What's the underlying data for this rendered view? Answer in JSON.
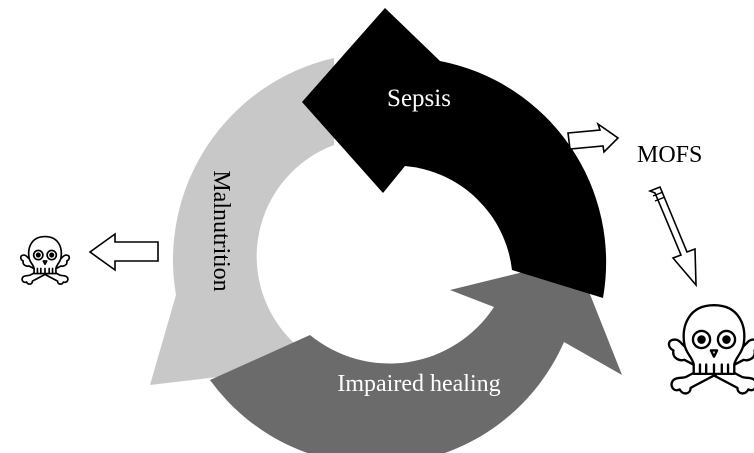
{
  "cycle": {
    "sepsis": {
      "label": "Sepsis",
      "fill": "#000000",
      "text_color": "#ffffff"
    },
    "malnutrition": {
      "label": "Malnutrition",
      "fill": "#c8c8c8",
      "text_color": "#000000"
    },
    "impaired_healing": {
      "label": "Impaired healing",
      "fill": "#6b6b6b",
      "text_color": "#ffffff"
    }
  },
  "outcome": {
    "label": "MOFS",
    "text_color": "#000000"
  },
  "icons": {
    "small_skull": "skull-and-crossbones-icon",
    "large_skull": "skull-and-crossbones-icon",
    "arrow_to_mofs": "hollow-arrow-right-icon",
    "arrow_to_small_skull": "hollow-arrow-left-icon",
    "arrow_to_large_skull": "hollow-arrow-down-right-icon"
  },
  "colors": {
    "background": "#ffffff",
    "outline": "#000000"
  }
}
